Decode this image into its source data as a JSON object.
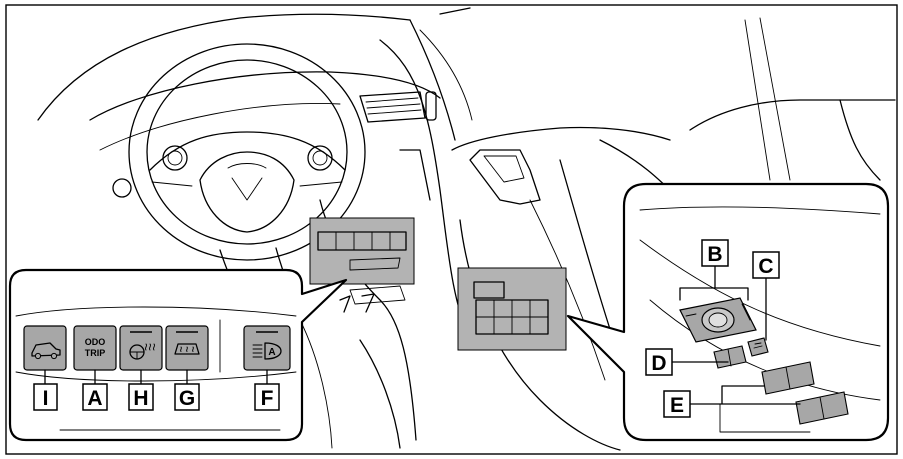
{
  "labels": {
    "A": "A",
    "B": "B",
    "C": "C",
    "D": "D",
    "E": "E",
    "F": "F",
    "G": "G",
    "H": "H",
    "I": "I"
  },
  "buttons": {
    "odo_line1": "ODO",
    "odo_line2": "TRIP"
  },
  "colors": {
    "highlight_gray": "#b3b3b3",
    "button_gray": "#a7a7a7",
    "line": "#000000",
    "background": "#ffffff"
  },
  "icons": {
    "I": "off-road-vehicle-icon",
    "A": "odo-trip-text",
    "H": "steering-heater-icon",
    "G": "rear-defogger-icon",
    "F": "auto-high-beam-icon"
  }
}
